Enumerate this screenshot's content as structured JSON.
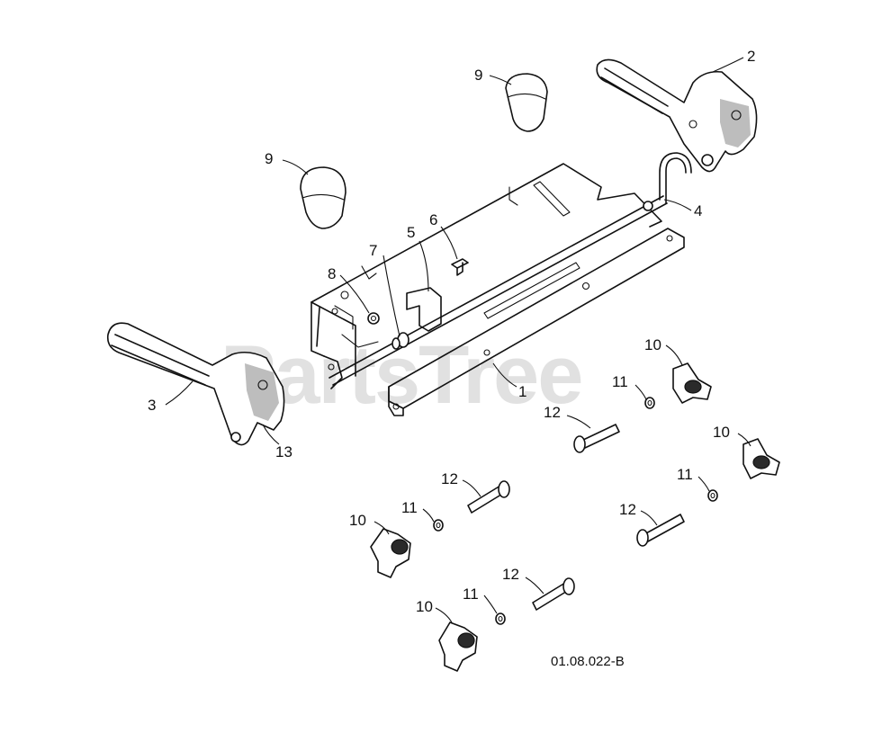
{
  "watermark": "PartsTree",
  "reference_code": "01.08.022-B",
  "callouts": {
    "c1": "1",
    "c2": "2",
    "c3": "3",
    "c4": "4",
    "c5": "5",
    "c6": "6",
    "c7": "7",
    "c8": "8",
    "c9a": "9",
    "c9b": "9",
    "c10a": "10",
    "c10b": "10",
    "c10c": "10",
    "c10d": "10",
    "c11a": "11",
    "c11b": "11",
    "c11c": "11",
    "c11d": "11",
    "c12a": "12",
    "c12b": "12",
    "c12c": "12",
    "c12d": "12",
    "c13": "13"
  }
}
